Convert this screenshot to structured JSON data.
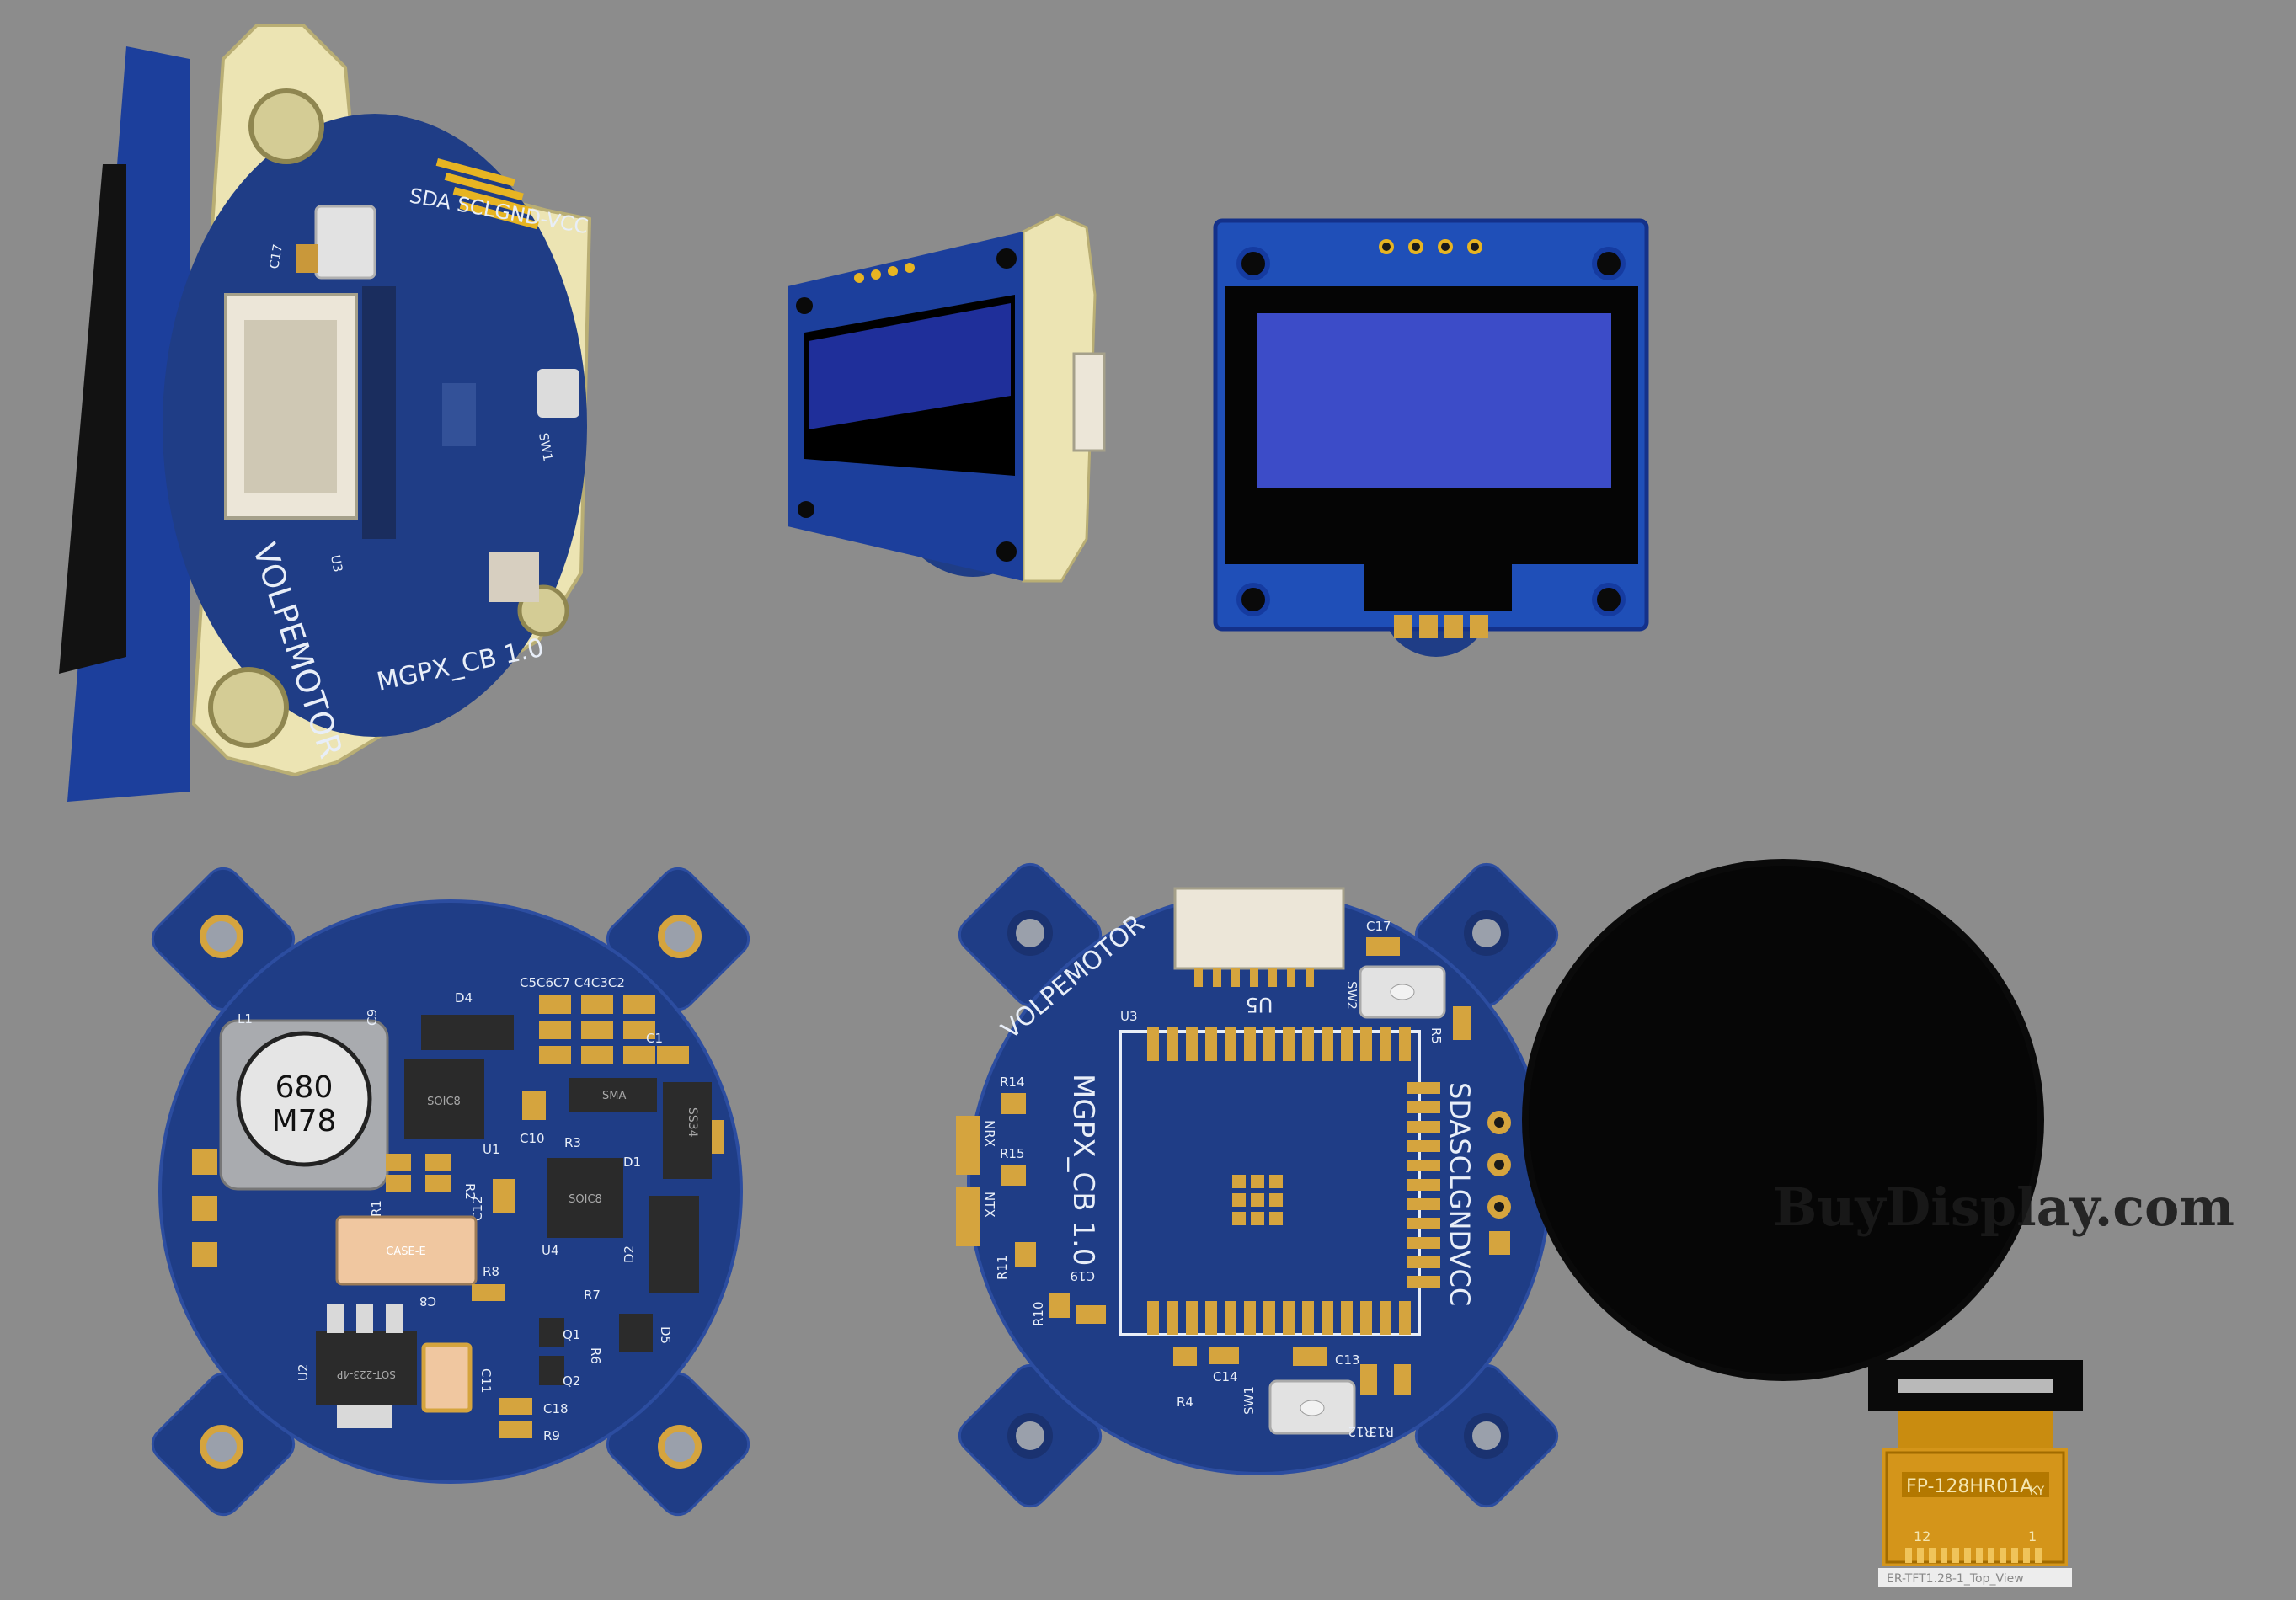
{
  "colors": {
    "background": "#8c8c8c",
    "pcb_blue": "#1f3d86",
    "pcb_dark": "#152a63",
    "pad_gold": "#d5a43e",
    "silk": "#e8eef8",
    "oled_blue": "#3c4cc8",
    "mount_cream": "#ece4b3"
  },
  "angled_board": {
    "sda_label": "SDA SCLGND-VCC",
    "brand": "VOLPEMOTOR",
    "model": "MGPX_CB 1.0",
    "c17": "C17",
    "u3": "U3",
    "sw1": "SW1"
  },
  "bottom_board": {
    "inductor_top": "680",
    "inductor_bottom": "M78",
    "l1": "L1",
    "c9": "C9",
    "d4": "D4",
    "cap_row": "C5C6C7 C4C3C2",
    "c1": "C1",
    "soic8": "SOIC8",
    "sma": "SMA",
    "ss34": "SS34",
    "c10": "C10",
    "u1": "U1",
    "r1": "R1",
    "r2": "R2",
    "c12": "C12",
    "d1": "D1",
    "u4": "U4",
    "d2": "D2",
    "case": "CASE-E",
    "c8": "C8",
    "r8": "R8",
    "r7": "R7",
    "q1": "Q1",
    "r6": "R6",
    "d5": "D5",
    "q2": "Q2",
    "u2": "U2",
    "sot": "SOT-223-4P",
    "c11": "C11",
    "c18": "C18",
    "r9": "R9",
    "r3": "R3"
  },
  "top_board": {
    "brand": "VOLPEMOTOR",
    "model": "MGPX_CB 1.0",
    "header": "SDASCLGNDVCC",
    "u5": "U5",
    "u3": "U3",
    "c17": "C17",
    "sw2": "SW2",
    "r5": "R5",
    "r14": "R14",
    "nrx": "NRX",
    "r15": "R15",
    "ntx": "NTX",
    "r11": "R11",
    "r10": "R10",
    "c19": "C19",
    "r4": "R4",
    "c14": "C14",
    "sw1": "SW1",
    "c13": "C13",
    "r13": "R13",
    "r12": "R12"
  },
  "round_display": {
    "watermark": "BuyDisplay.com",
    "fpc_label": "FP-128HR01A",
    "fpc_code": "KY",
    "pin12": "12",
    "pin1": "1",
    "caption": "ER-TFT1.28-1_Top_View"
  }
}
